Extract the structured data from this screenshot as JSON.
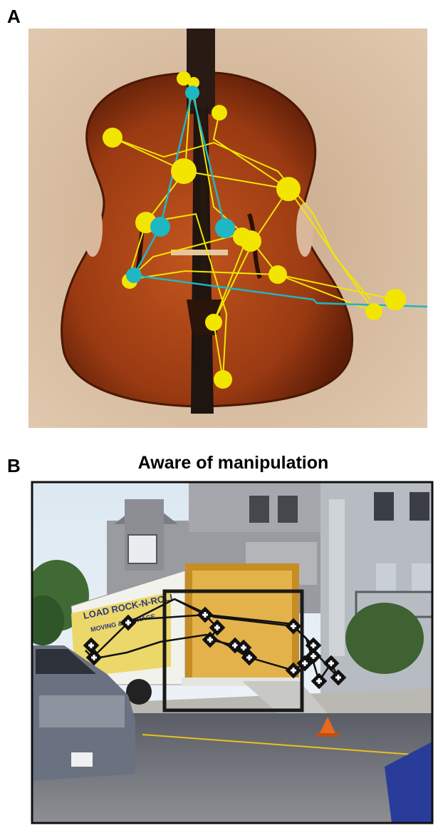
{
  "panels": [
    {
      "letter": "A"
    },
    {
      "letter": "B",
      "title": "Aware of manipulation"
    }
  ],
  "colors": {
    "fixation_yellow": "#f2e600",
    "fixation_cyan": "#1fb7c4",
    "scanpath_black": "#111111",
    "marker_white": "#ffffff",
    "roi_box": "#1a1a1a"
  },
  "icons": {
    "panel_a_image": "violin-photo",
    "panel_b_image": "moving-truck-street-photo",
    "fixation_marker_a": "circle-dot",
    "fixation_marker_b": "diamond-cross-marker"
  },
  "images": {
    "panel_a": {
      "lettering": ""
    },
    "panel_b": {
      "lettering": [
        "LOAD ROCK-N-ROLL",
        "MOVING & STORAGE"
      ]
    }
  }
}
